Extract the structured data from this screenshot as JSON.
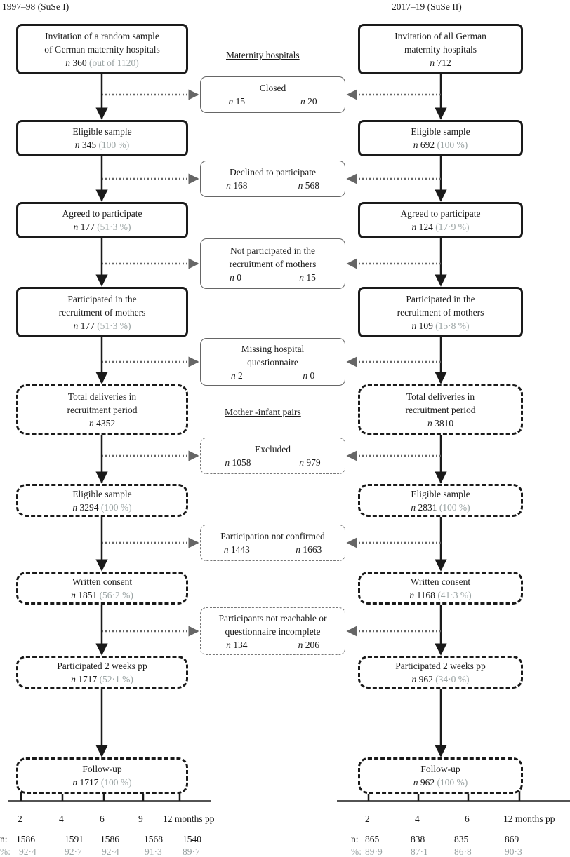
{
  "columns": {
    "left": "1997–98 (SuSe I)",
    "right": "2017–19 (SuSe II)"
  },
  "section_headings": {
    "hospitals": "Maternity hospitals",
    "pairs": "Mother -infant pairs"
  },
  "n_label": "n",
  "left_boxes": [
    {
      "lines": [
        "Invitation of a random sample",
        "of German maternity hospitals"
      ],
      "n": "360",
      "paren": "(out of 1120)"
    },
    {
      "lines": [
        "Eligible sample"
      ],
      "n": "345",
      "paren": "(100 %)"
    },
    {
      "lines": [
        "Agreed to participate"
      ],
      "n": "177",
      "paren": "(51·3 %)"
    },
    {
      "lines": [
        "Participated in the",
        "recruitment of mothers"
      ],
      "n": "177",
      "paren": "(51·3 %)"
    },
    {
      "lines": [
        "Total deliveries in",
        "recruitment period"
      ],
      "n": "4352",
      "paren": ""
    },
    {
      "lines": [
        "Eligible sample"
      ],
      "n": "3294",
      "paren": "(100 %)"
    },
    {
      "lines": [
        "Written consent"
      ],
      "n": "1851",
      "paren": "(56·2 %)"
    },
    {
      "lines": [
        "Participated 2 weeks pp"
      ],
      "n": "1717",
      "paren": "(52·1 %)"
    },
    {
      "lines": [
        "Follow-up"
      ],
      "n": "1717",
      "paren": "(100 %)"
    }
  ],
  "right_boxes": [
    {
      "lines": [
        "Invitation of all German",
        "maternity hospitals"
      ],
      "n": "712",
      "paren": ""
    },
    {
      "lines": [
        "Eligible sample"
      ],
      "n": "692",
      "paren": "(100 %)"
    },
    {
      "lines": [
        "Agreed to participate"
      ],
      "n": "124",
      "paren": "(17·9 %)"
    },
    {
      "lines": [
        "Participated in the",
        "recruitment of mothers"
      ],
      "n": "109",
      "paren": "(15·8 %)"
    },
    {
      "lines": [
        "Total deliveries in",
        "recruitment period"
      ],
      "n": "3810",
      "paren": ""
    },
    {
      "lines": [
        "Eligible sample"
      ],
      "n": "2831",
      "paren": "(100 %)"
    },
    {
      "lines": [
        "Written consent"
      ],
      "n": "1168",
      "paren": "(41·3 %)"
    },
    {
      "lines": [
        "Participated 2 weeks pp"
      ],
      "n": "962",
      "paren": "(34·0 %)"
    },
    {
      "lines": [
        "Follow-up"
      ],
      "n": "962",
      "paren": "(100 %)"
    }
  ],
  "exclusions": [
    {
      "lines": [
        "Closed"
      ],
      "left": "15",
      "right": "20"
    },
    {
      "lines": [
        "Declined to participate"
      ],
      "left": "168",
      "right": "568"
    },
    {
      "lines": [
        "Not participated in the",
        "recruitment of mothers"
      ],
      "left": "0",
      "right": "15"
    },
    {
      "lines": [
        "Missing hospital",
        "questionnaire"
      ],
      "left": "2",
      "right": "0"
    },
    {
      "lines": [
        "Excluded"
      ],
      "left": "1058",
      "right": "979"
    },
    {
      "lines": [
        "Participation not confirmed"
      ],
      "left": "1443",
      "right": "1663"
    },
    {
      "lines": [
        "Participants not reachable or",
        "questionnaire incomplete"
      ],
      "left": "134",
      "right": "206"
    }
  ],
  "followup": {
    "left": {
      "months": [
        "2",
        "4",
        "6",
        "9",
        "12 months pp"
      ],
      "n_prefix": "n:",
      "n": [
        "1586",
        "1591",
        "1586",
        "1568",
        "1540"
      ],
      "pct_prefix": "%:",
      "pct": [
        "92·4",
        "92·7",
        "92·4",
        "91·3",
        "89·7"
      ]
    },
    "right": {
      "months": [
        "2",
        "4",
        "6",
        "12 months pp"
      ],
      "n_prefix": "n:",
      "n": [
        "865",
        "838",
        "835",
        "869"
      ],
      "pct_prefix": "%:",
      "pct": [
        "89·9",
        "87·1",
        "86·8",
        "90·3"
      ]
    }
  }
}
